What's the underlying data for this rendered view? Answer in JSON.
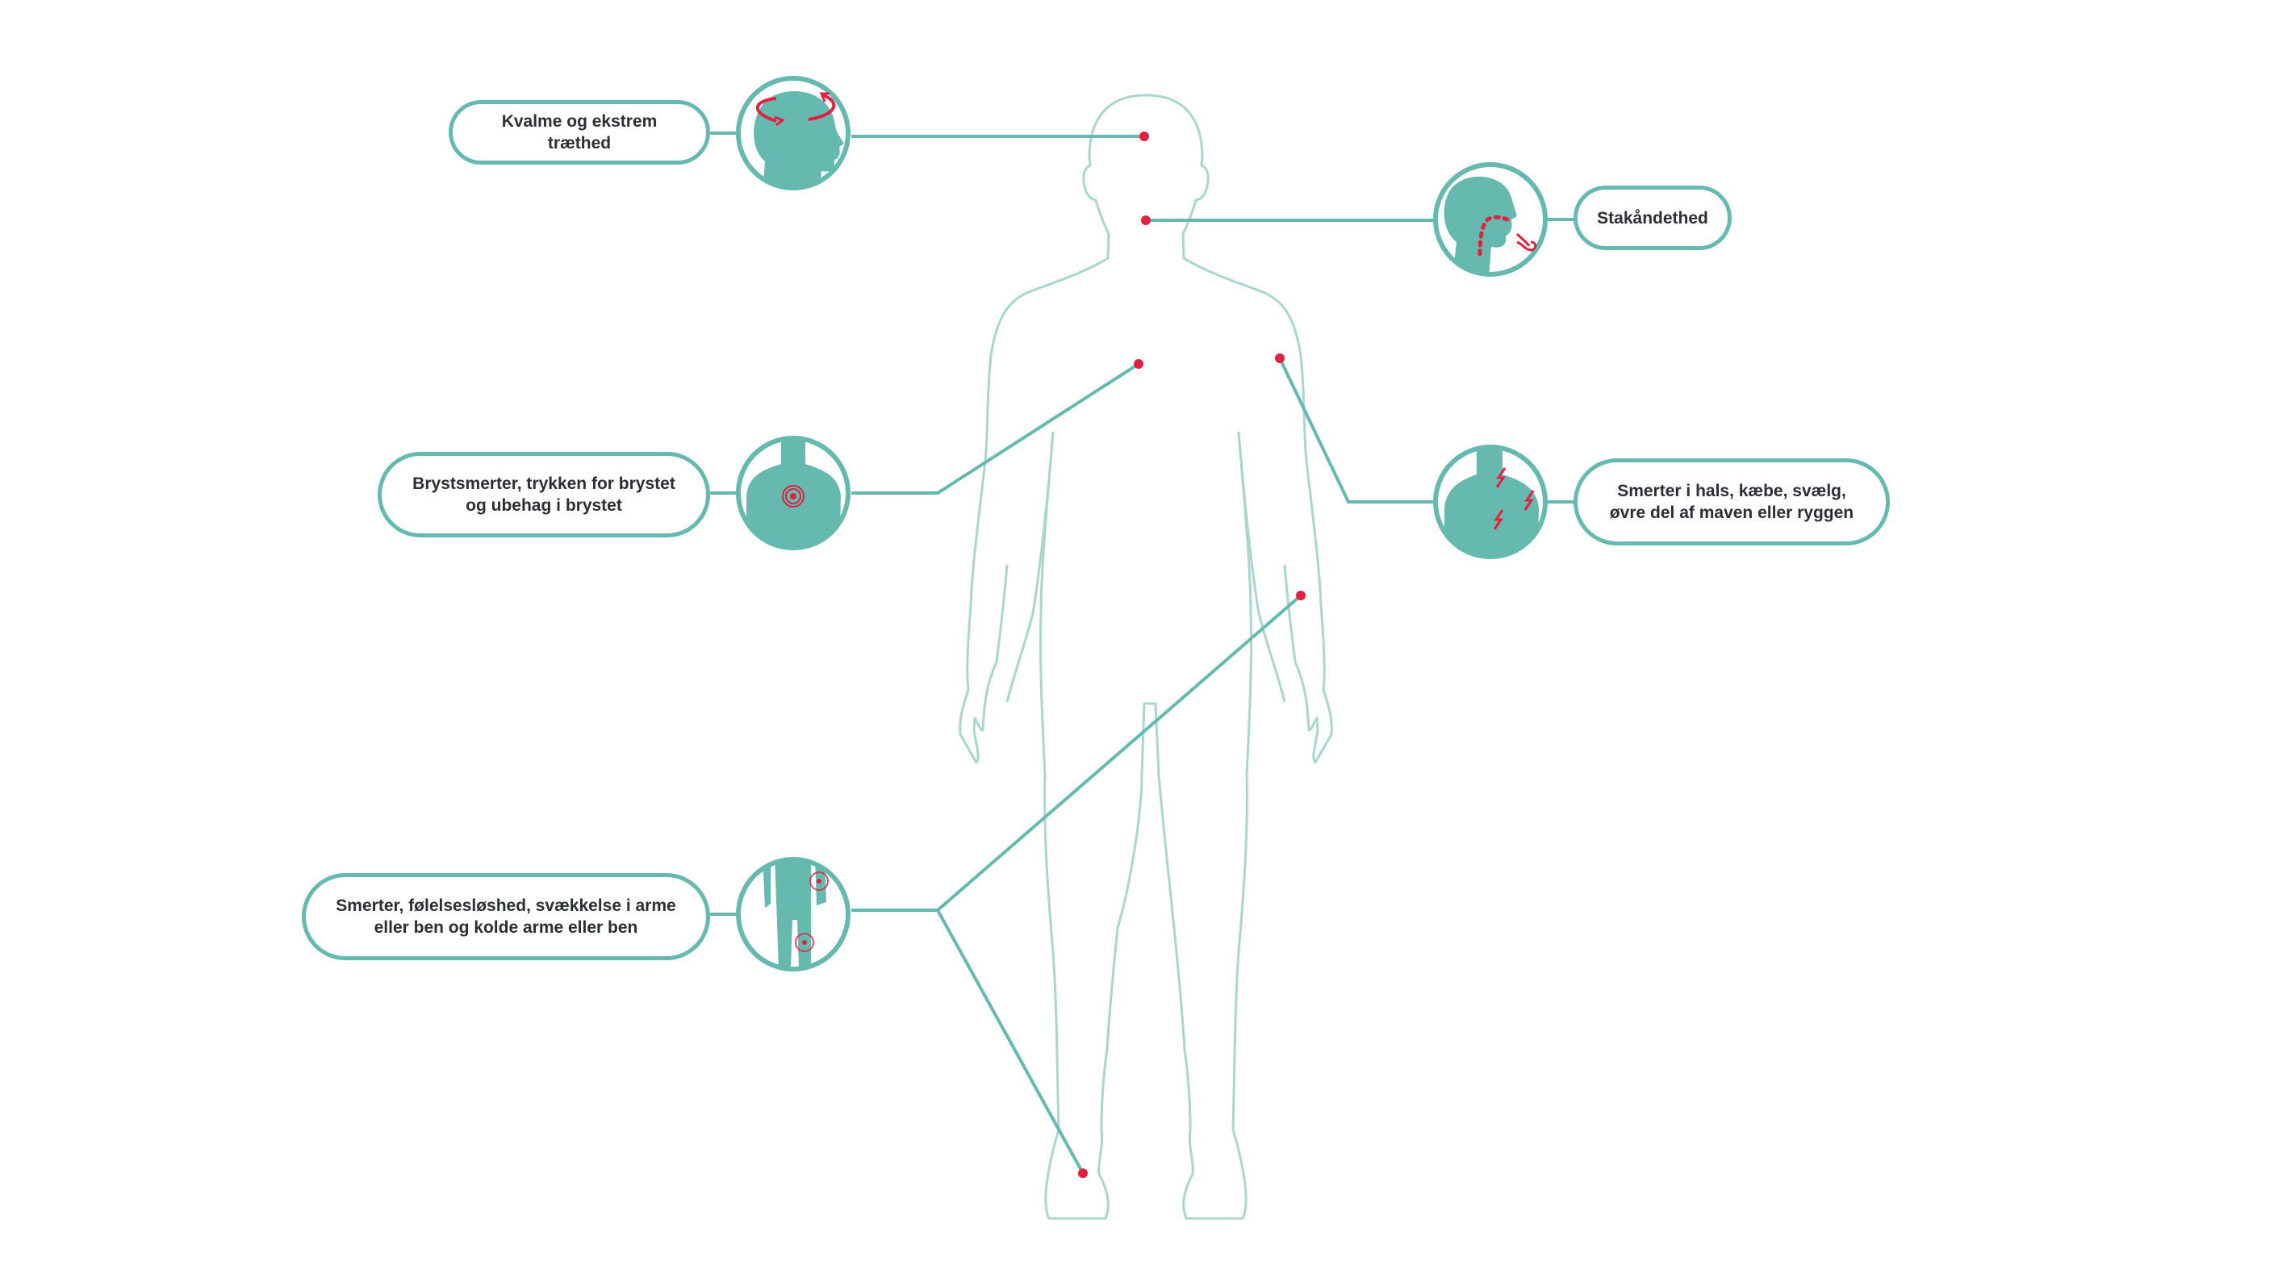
{
  "diagram": {
    "colors": {
      "accent": "#66b9ae",
      "outline": "#a9d6cf",
      "marker": "#e0213f",
      "text": "#2b2e34"
    },
    "symptoms": [
      {
        "id": "nausea",
        "label": "Kvalme og ekstrem træthed",
        "icon": "dizzy-head-icon",
        "body_point": "head"
      },
      {
        "id": "breath",
        "label": "Stakåndethed",
        "icon": "breathing-head-icon",
        "body_point": "throat"
      },
      {
        "id": "chest",
        "label": "Brystsmerter, trykken for brystet og ubehag i brystet",
        "icon": "chest-pain-torso-icon",
        "body_point": "chest"
      },
      {
        "id": "neck",
        "label": "Smerter i hals, kæbe, svælg, øvre del af maven eller ryggen",
        "icon": "lightning-pain-torso-icon",
        "body_point": "left-shoulder"
      },
      {
        "id": "limbs",
        "label": "Smerter, følelsesløshed, svækkelse i arme eller ben og kolde arme eller ben",
        "icon": "limb-pain-body-icon",
        "body_point": "hand-and-foot"
      }
    ]
  }
}
